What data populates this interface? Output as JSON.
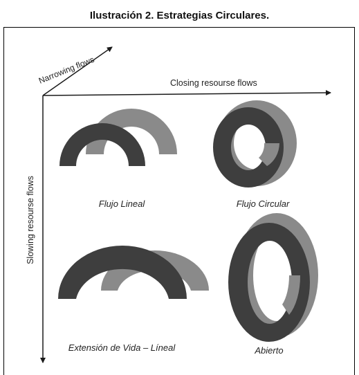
{
  "caption": "Ilustración 2. Estrategias Circulares.",
  "axes": {
    "narrowing": "Narrowing flows",
    "closing": "Closing resourse flows",
    "slowing": "Slowing resourse flows"
  },
  "quadrants": {
    "top_left": "Flujo Lineal",
    "top_right": "Flujo Circular",
    "bottom_left": "Extensión de Vida – Líneal",
    "bottom_right": "Abierto"
  },
  "colors": {
    "dark": "#3e3e3e",
    "light": "#8a8a8a",
    "axis": "#1a1a1a"
  }
}
